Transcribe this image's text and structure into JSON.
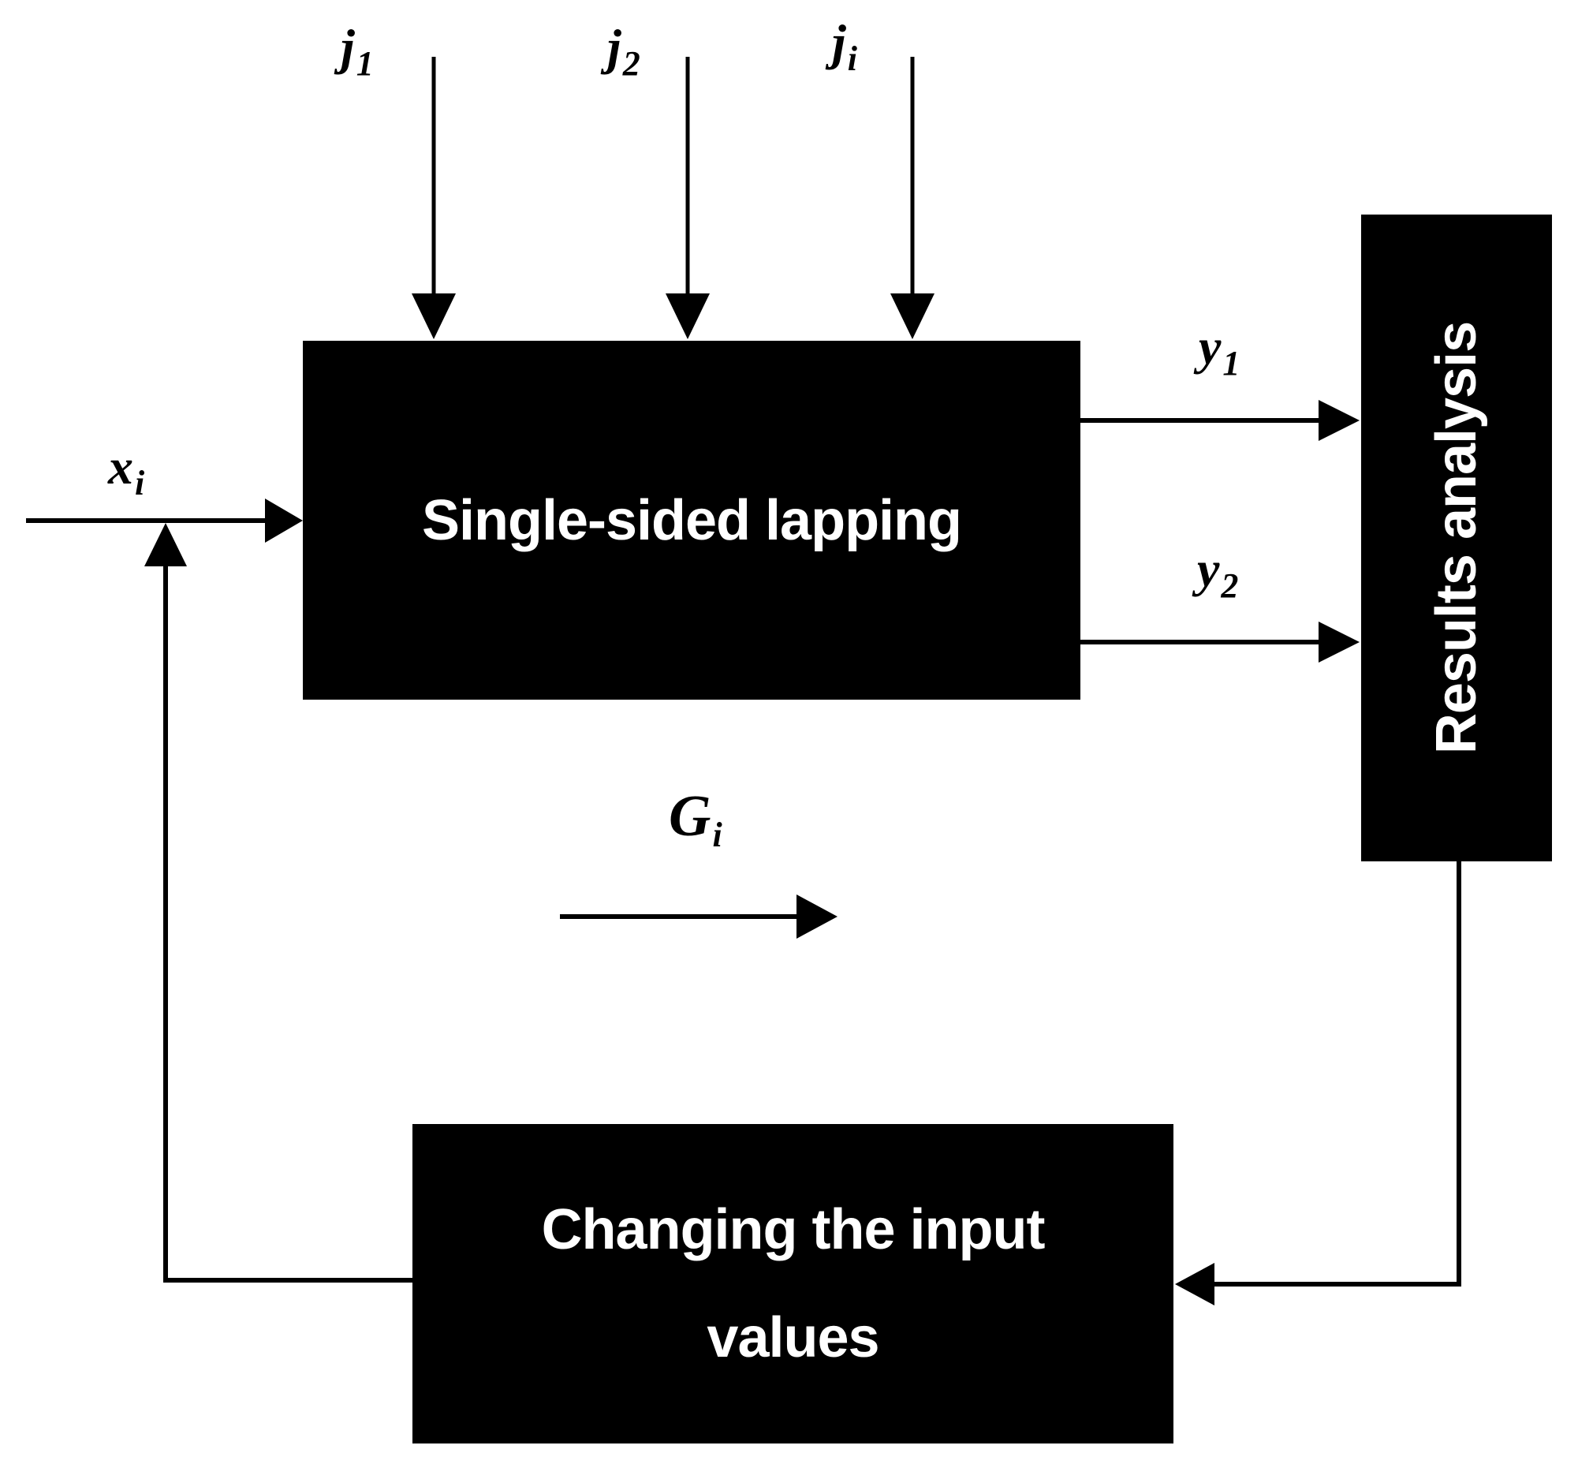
{
  "figure": {
    "type": "feedback-block-diagram",
    "background": "#ffffff",
    "ink": "#000000",
    "box_fill": "#000000",
    "box_text_color": "#ffffff"
  },
  "blocks": {
    "lapping": {
      "label": "Single-sided lapping"
    },
    "results": {
      "label": "Results analysis"
    },
    "changing": {
      "line1": "Changing the input",
      "line2": "values"
    }
  },
  "signals": {
    "j1": {
      "base": "j",
      "sub": "1"
    },
    "j2": {
      "base": "j",
      "sub": "2"
    },
    "ji": {
      "base": "j",
      "sub": "i"
    },
    "xi": {
      "base": "x",
      "sub": "i"
    },
    "y1": {
      "base": "y",
      "sub": "1"
    },
    "y2": {
      "base": "y",
      "sub": "2"
    },
    "gi": {
      "base": "G",
      "sub": "i"
    }
  }
}
